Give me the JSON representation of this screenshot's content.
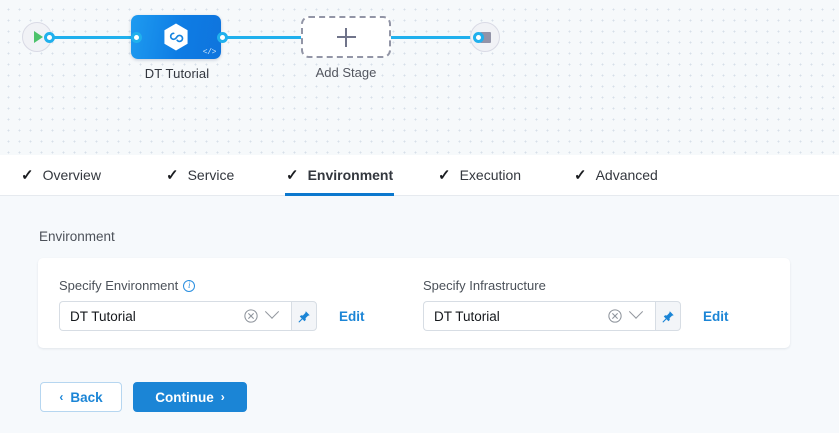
{
  "canvas": {
    "start_node": {
      "icon": "play-icon",
      "name": "pipeline-start-node"
    },
    "end_node": {
      "icon": "stop-icon",
      "name": "pipeline-end-node"
    },
    "stage": {
      "label": "DT Tutorial",
      "icon": "harness-hexagon-icon",
      "badge": "</>"
    },
    "add_stage": {
      "label": "Add Stage",
      "icon": "plus-icon"
    }
  },
  "tabs": [
    {
      "label": "Overview",
      "check": "✓",
      "active": false
    },
    {
      "label": "Service",
      "check": "✓",
      "active": false
    },
    {
      "label": "Environment",
      "check": "✓",
      "active": true
    },
    {
      "label": "Execution",
      "check": "✓",
      "active": false
    },
    {
      "label": "Advanced",
      "check": "✓",
      "active": false
    }
  ],
  "section": {
    "title": "Environment"
  },
  "fields": [
    {
      "label": "Specify Environment",
      "has_info": true,
      "value": "DT Tutorial",
      "clear_icon": "clear-circle-icon",
      "caret_icon": "chevron-down-icon",
      "pin_icon": "pin-icon",
      "edit_label": "Edit"
    },
    {
      "label": "Specify Infrastructure",
      "has_info": false,
      "value": "DT Tutorial",
      "clear_icon": "clear-circle-icon",
      "caret_icon": "chevron-down-icon",
      "pin_icon": "pin-icon",
      "edit_label": "Edit"
    }
  ],
  "footer": {
    "back_label": "Back",
    "back_chevron": "‹",
    "continue_label": "Continue",
    "continue_chevron": "›"
  },
  "colors": {
    "accent_blue": "#1b85d6",
    "connector_blue": "#20b0ed",
    "stage_blue": "#0e7ce4",
    "canvas_bg": "#f6f9fb",
    "panel_bg": "#f6f9fc",
    "start_green": "#4dc26b",
    "stop_gray": "#9293a8"
  }
}
